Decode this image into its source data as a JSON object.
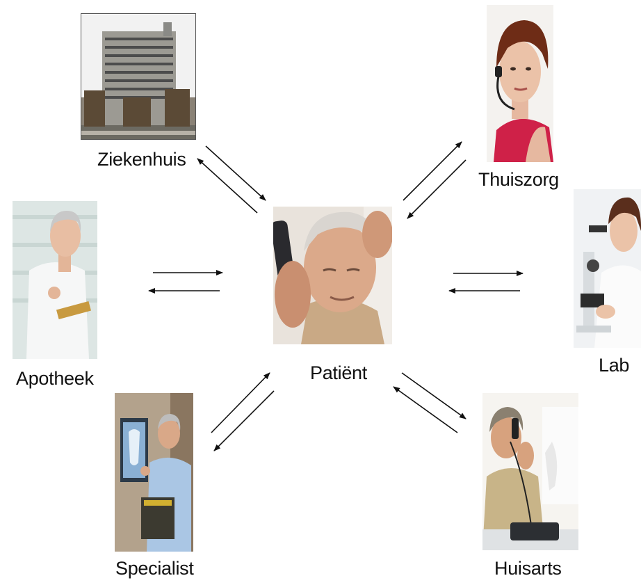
{
  "center": {
    "label": "Patiënt",
    "image_icon": "patient-on-phone-photo"
  },
  "nodes": [
    {
      "id": "ziekenhuis",
      "label": "Ziekenhuis",
      "image_icon": "hospital-building-photo"
    },
    {
      "id": "thuiszorg",
      "label": "Thuiszorg",
      "image_icon": "call-center-agent-photo"
    },
    {
      "id": "apotheek",
      "label": "Apotheek",
      "image_icon": "pharmacist-photo"
    },
    {
      "id": "lab",
      "label": "Lab",
      "image_icon": "lab-technician-microscope-photo"
    },
    {
      "id": "specialist",
      "label": "Specialist",
      "image_icon": "specialist-xray-photo"
    },
    {
      "id": "huisarts",
      "label": "Huisarts",
      "image_icon": "general-practitioner-phone-photo"
    }
  ],
  "colors": {
    "arrow": "#111111",
    "text": "#111111",
    "background": "#ffffff"
  }
}
